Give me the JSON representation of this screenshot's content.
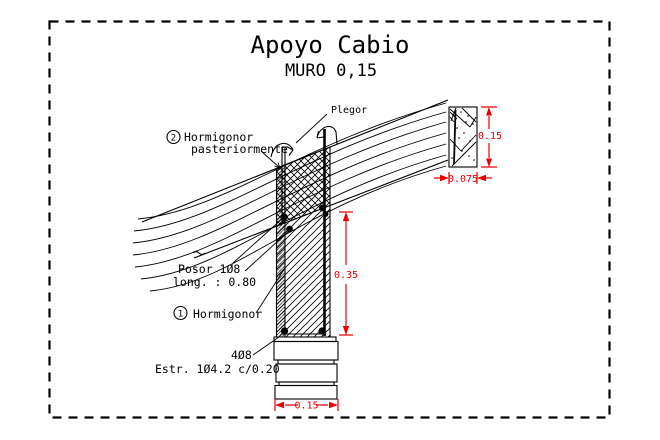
{
  "title": "Apoyo Cabio",
  "subtitle": "MURO 0,15",
  "colors": {
    "line": "#000000",
    "dimension": "#e60000",
    "background": "#ffffff"
  },
  "labels": {
    "plegor": "Plegor",
    "callout2": {
      "number": "2",
      "line1": "Hormigonor",
      "line2": "pasteriormente"
    },
    "bar_note": {
      "line1": "Posor 1Ø8",
      "line2": "long. : 0.80"
    },
    "callout1": {
      "number": "1",
      "text": "Hormigonor"
    },
    "reinforcement": {
      "bars": "4Ø8",
      "stirrups": "Estr. 1Ø4.2 c/0.20"
    }
  },
  "dimensions": {
    "rafter_depth": "0.15",
    "rafter_width": "0.075",
    "wall_height": "0.35",
    "wall_width": "0.15"
  }
}
